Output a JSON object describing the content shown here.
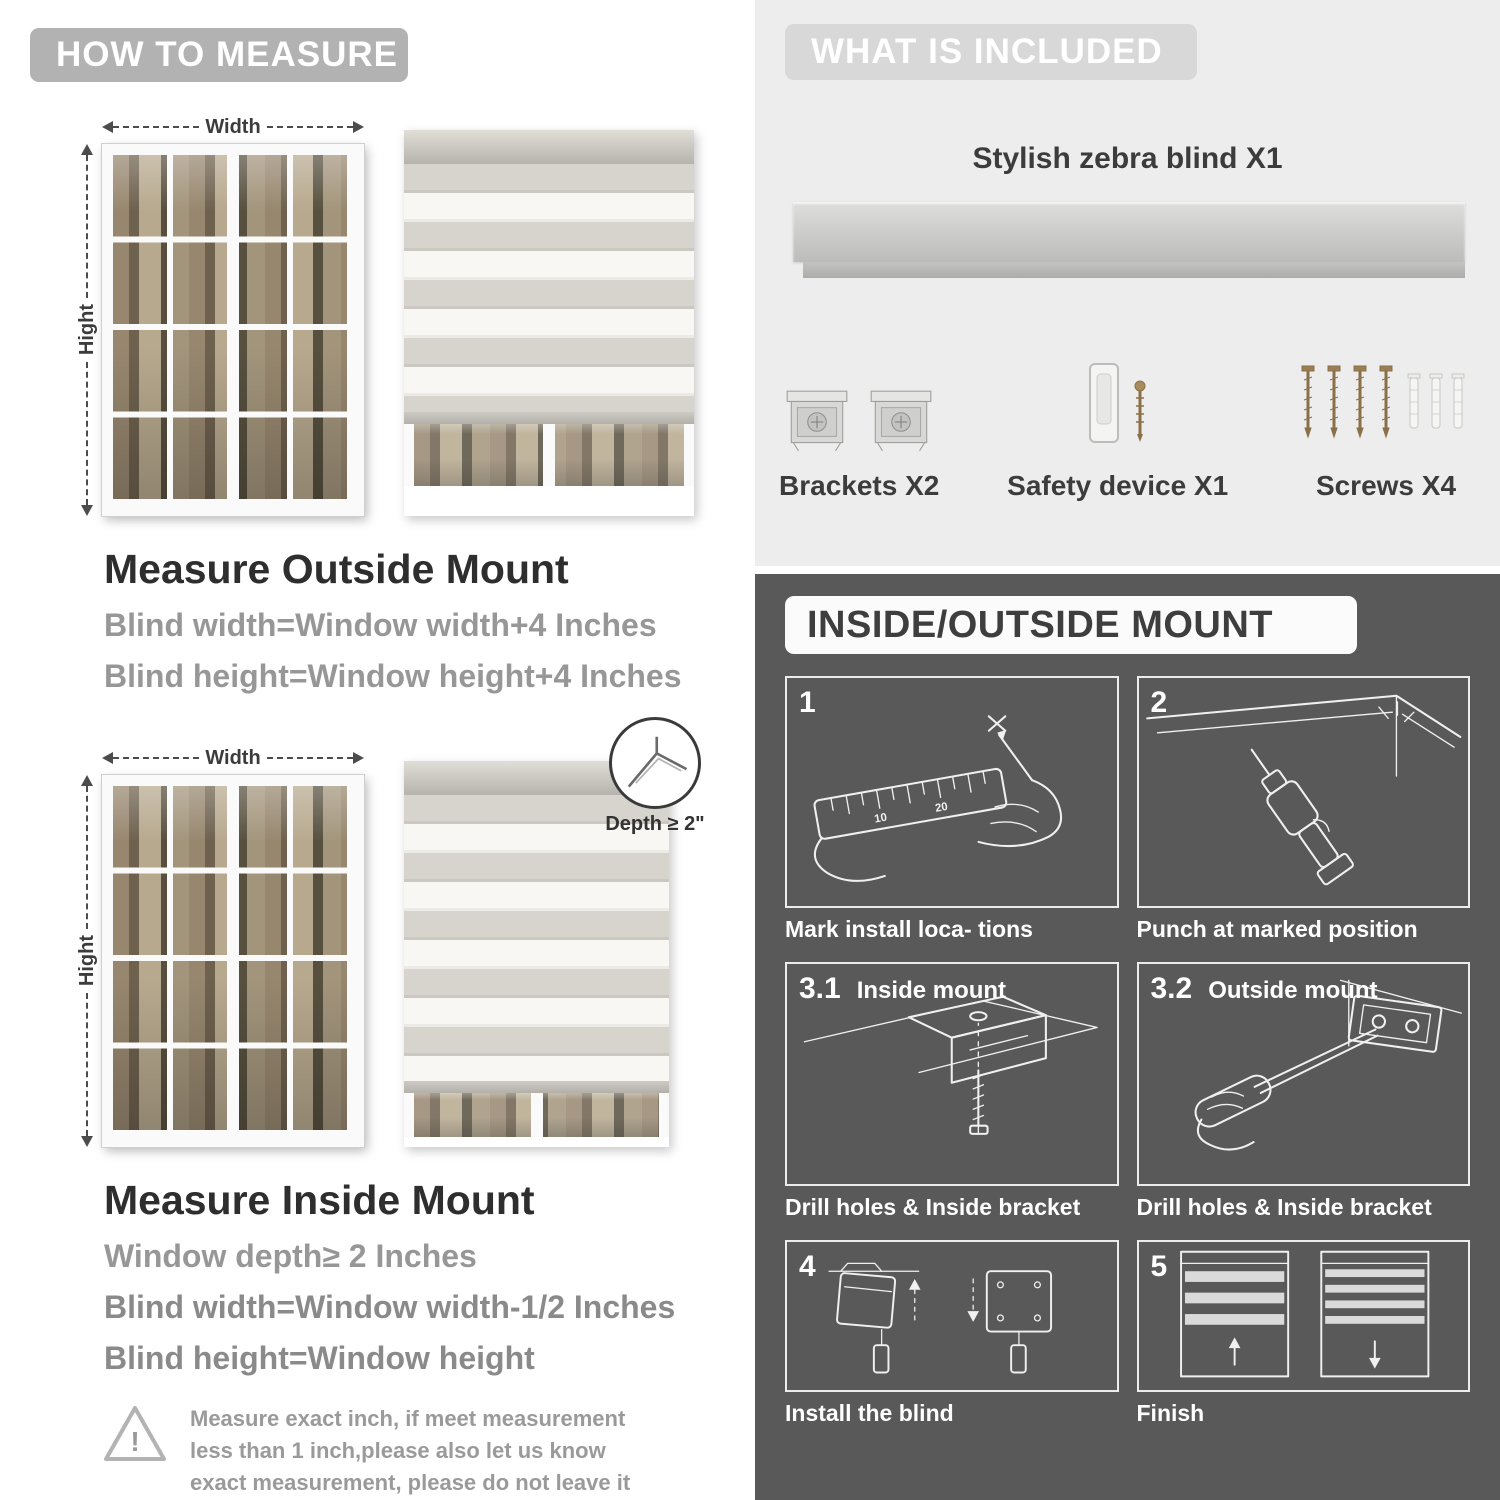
{
  "colors": {
    "left_badge_bg": "#b2b2b2",
    "right_top_bg": "#ededed",
    "right_bottom_bg": "#595959",
    "accent_text_gray": "#979797",
    "heading_dark": "#2e2e2e"
  },
  "left": {
    "header": "HOW TO MEASURE",
    "outside": {
      "width_label": "Width",
      "height_label": "Hight",
      "title": "Measure Outside Mount",
      "formula1": "Blind width=Window width+4 Inches",
      "formula2": "Blind height=Window height+4 Inches"
    },
    "inside": {
      "width_label": "Width",
      "height_label": "Hight",
      "depth_callout": "Depth ≥ 2\"",
      "title": "Measure Inside Mount",
      "formula1": "Window depth≥ 2 Inches",
      "formula2": "Blind width=Window width-1/2 Inches",
      "formula3": "Blind height=Window height"
    },
    "warning_text": "Measure exact inch, if meet measurement less than 1 inch,please also let us know exact measurement, please do not leave it"
  },
  "right": {
    "included": {
      "header": "WHAT IS INCLUDED",
      "blind_label": "Stylish zebra blind X1",
      "items": [
        {
          "icon": "brackets-icon",
          "label": "Brackets X2"
        },
        {
          "icon": "safety-device-icon",
          "label": "Safety device X1"
        },
        {
          "icon": "screws-icon",
          "label": "Screws X4"
        }
      ]
    },
    "mount": {
      "header": "INSIDE/OUTSIDE MOUNT",
      "steps": [
        {
          "num": "1",
          "caption": "Mark install loca- tions"
        },
        {
          "num": "2",
          "caption": "Punch at  marked position"
        },
        {
          "num": "3.1",
          "label": "Inside mount",
          "caption": "Drill holes &  Inside bracket"
        },
        {
          "num": "3.2",
          "label": "Outside mount",
          "caption": "Drill holes &  Inside bracket"
        },
        {
          "num": "4",
          "caption": "Install the blind"
        },
        {
          "num": "5",
          "caption": "Finish"
        }
      ]
    }
  }
}
